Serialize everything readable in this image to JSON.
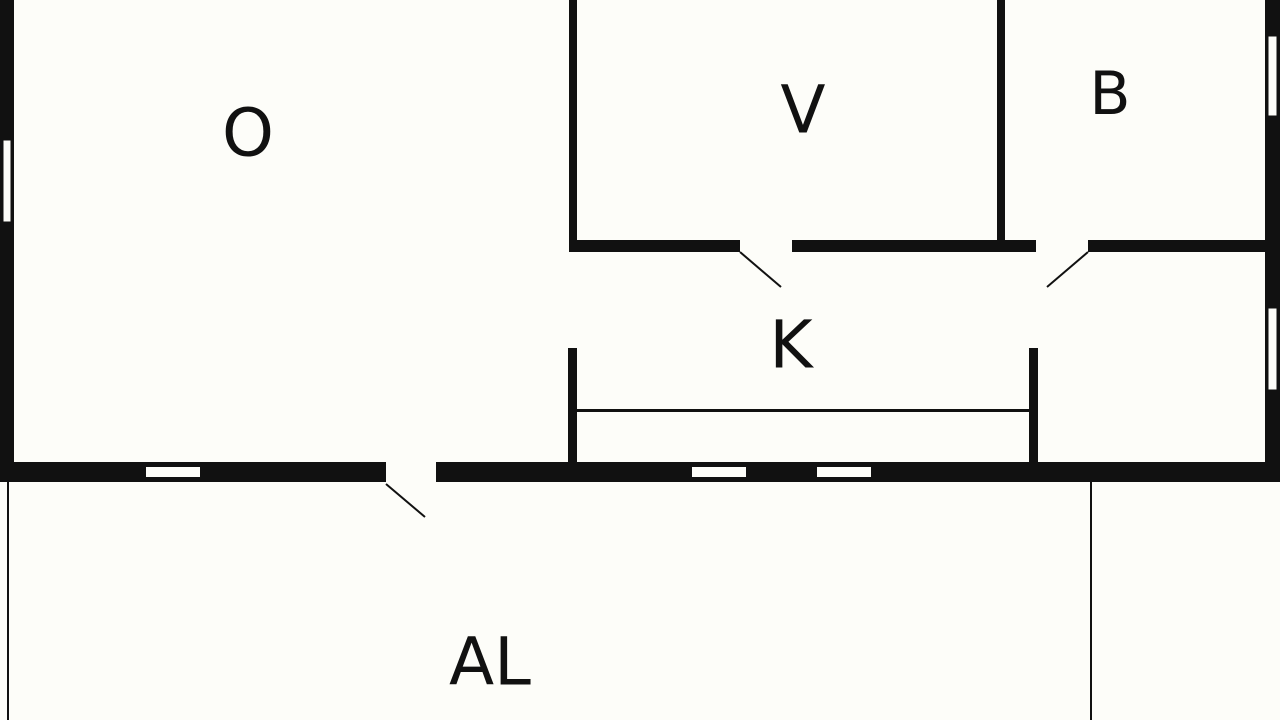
{
  "colors": {
    "background": "#fdfdf9",
    "wall": "#111111",
    "opening": "#fdfdf9"
  },
  "rooms": {
    "o": "O",
    "v": "V",
    "b": "B",
    "k": "K",
    "al": "AL"
  }
}
